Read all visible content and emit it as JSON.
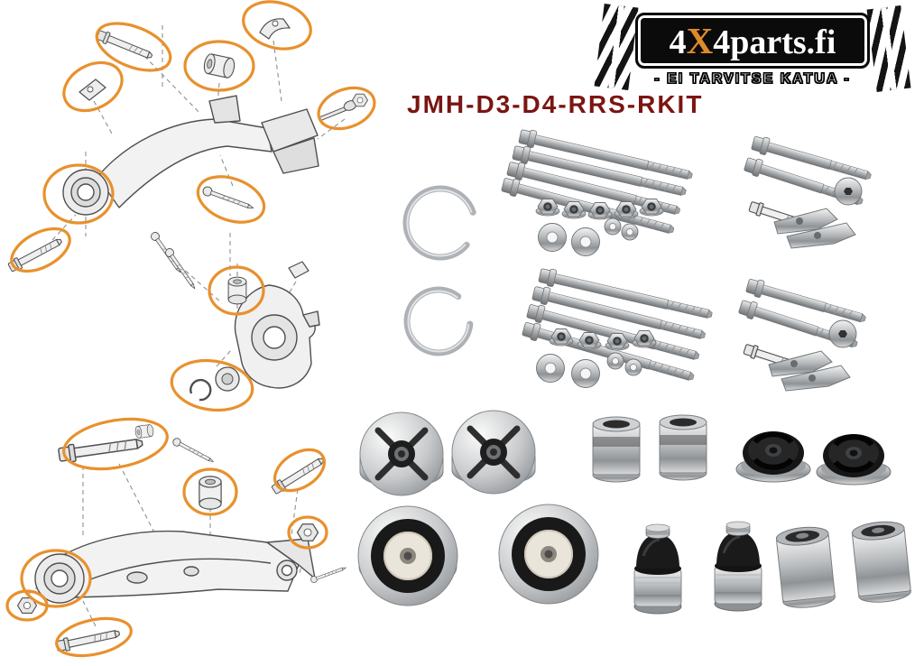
{
  "brand": {
    "logo_seg1": "4",
    "logo_x": "X",
    "logo_seg2": "4parts.fi",
    "tagline": "- EI TARVITSE KATUA -"
  },
  "product": {
    "title": "JMH-D3-D4-RRS-RKIT"
  },
  "colors": {
    "callout_orange": "#E8912D",
    "title_color": "#7A1512",
    "logo_background": "#0B0B0B",
    "logo_text": "#FFFFFF",
    "logo_x_color": "#DD8A2B"
  }
}
